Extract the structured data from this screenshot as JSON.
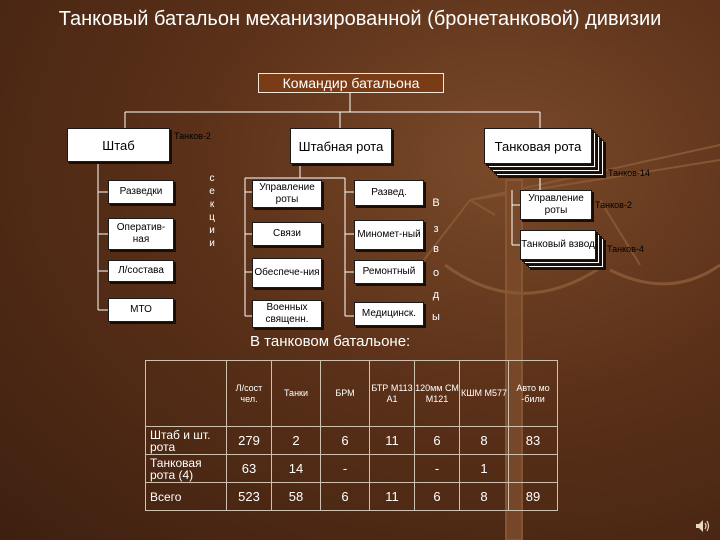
{
  "title": "Танковый батальон механизированной (бронетанковой) дивизии",
  "commander": "Командир батальона",
  "hq": {
    "label": "Штаб",
    "tank_note": "Танков-2",
    "units": [
      "Разведки",
      "Оператив-ная",
      "Л/состава",
      "МТО"
    ],
    "sections_label": [
      "с",
      "е",
      "к",
      "ц",
      "и",
      "и"
    ]
  },
  "hq_company": {
    "label": "Штабная рота",
    "left_units": [
      "Управление роты",
      "Связи",
      "Обеспече-ния",
      "Военных священн."
    ],
    "right_units": [
      "Развед.",
      "Миномет-ный",
      "Ремонтный",
      "Медицинск."
    ],
    "platoons_label": [
      "В",
      "з",
      "в",
      "о",
      "д",
      "ы"
    ]
  },
  "tank_company": {
    "label": "Танковая рота",
    "tank_note": "Танков-14",
    "control": "Управление роты",
    "control_note": "Танков-2",
    "platoon": "Танковый взвод",
    "platoon_note": "Танков-4"
  },
  "caption": "В танковом батальоне:",
  "table": {
    "columns": [
      "Л/сост чел.",
      "Танки",
      "БРМ",
      "БТР М113 А1",
      "120мм СМ М121",
      "КШМ М577",
      "Авто мо -били"
    ],
    "rows": [
      {
        "label": "Штаб и шт. рота",
        "values": [
          "279",
          "2",
          "6",
          "11",
          "6",
          "8",
          "83"
        ]
      },
      {
        "label": "Танковая рота (4)",
        "values": [
          "63",
          "14",
          "-",
          "",
          "-",
          "1",
          ""
        ]
      },
      {
        "label": "Всего",
        "values": [
          "523",
          "58",
          "6",
          "11",
          "6",
          "8",
          "89"
        ]
      }
    ]
  },
  "colors": {
    "background": "#5a3018",
    "commander_box": "#7a3c16",
    "box": "#ffffff",
    "text_light": "#ffffff"
  },
  "icons": {
    "speaker": "speaker-icon",
    "scales": "balance-scales-illustration"
  }
}
